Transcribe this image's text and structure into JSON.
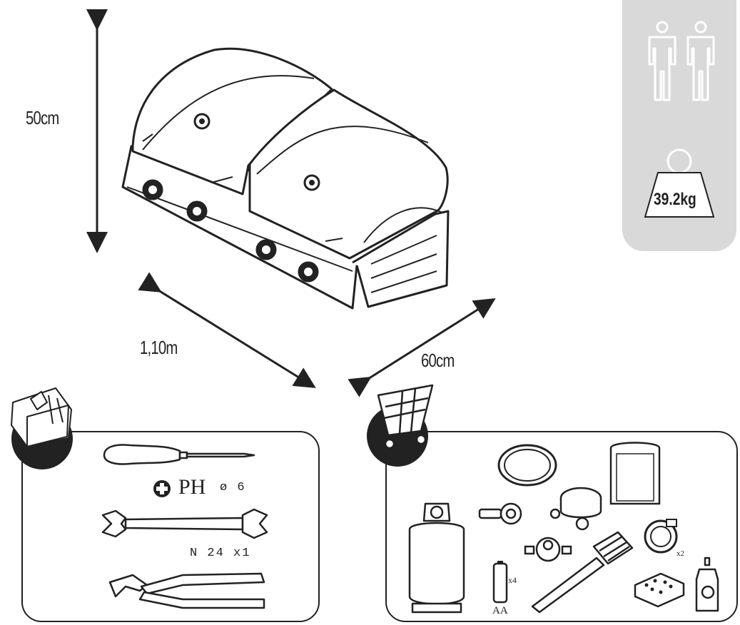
{
  "dimensions": {
    "height": "50cm",
    "width": "1,10m",
    "depth": "60cm"
  },
  "info_box": {
    "persons_icon": "two-persons-icon",
    "weight": "39.2kg"
  },
  "tools_panel": {
    "badge_icon": "toolbox-icon",
    "screwdriver_type": "PH",
    "screwdriver_size": "ø 6",
    "wrench_label": "N 24  x1",
    "items": [
      "screwdriver-icon",
      "wrench-icon",
      "pliers-icon"
    ]
  },
  "parts_panel": {
    "badge_icon": "shopping-cart-icon",
    "battery_label": "AA",
    "battery_qty": "x4",
    "clamp_qty": "x2",
    "items": [
      "gas-bottle-icon",
      "hose-ring-icon",
      "hose-adapter-icon",
      "regulator-icon",
      "regulator-small-icon",
      "battery-icon",
      "grill-brush-icon",
      "cover-icon",
      "hose-clamp-icon",
      "sponge-icon",
      "detergent-bottle-icon"
    ]
  }
}
